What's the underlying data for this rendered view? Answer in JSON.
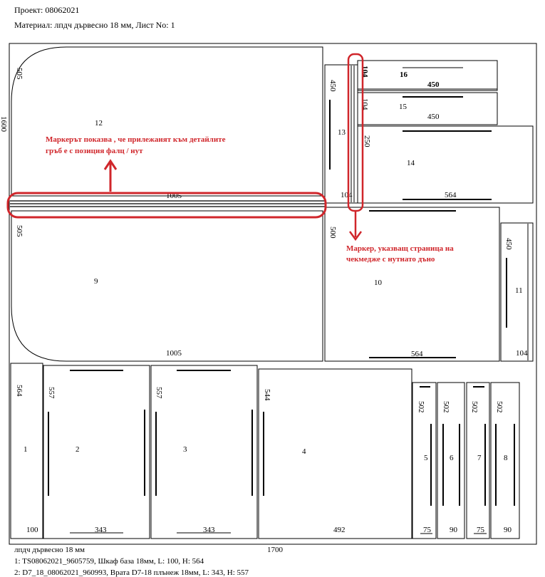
{
  "header": {
    "project": "Проект: 08062021",
    "material": "Материал: лпдч дървесно 18 мм, Лист No: 1"
  },
  "sheet": {
    "width_label": "1700",
    "height_label": "1600"
  },
  "parts": {
    "p12": {
      "id": "12",
      "len": "1005",
      "wid": "505"
    },
    "p9": {
      "id": "9",
      "len": "1005",
      "wid": "505"
    },
    "p13": {
      "id": "13",
      "len": "450",
      "wid": "104"
    },
    "p16": {
      "id": "16",
      "len": "450",
      "wid": "104"
    },
    "p15": {
      "id": "15",
      "len": "450",
      "wid": "104"
    },
    "p14": {
      "id": "14",
      "len": "564",
      "wid": "250"
    },
    "p10": {
      "id": "10",
      "len": "564",
      "wid": "500"
    },
    "p11": {
      "id": "11",
      "len": "450",
      "wid": "104"
    },
    "p1": {
      "id": "1",
      "len": "564",
      "wid": "100"
    },
    "p2": {
      "id": "2",
      "len": "557",
      "wid": "343"
    },
    "p3": {
      "id": "3",
      "len": "557",
      "wid": "343"
    },
    "p4": {
      "id": "4",
      "len": "544",
      "wid": "492"
    },
    "p5": {
      "id": "5",
      "len": "502",
      "wid": "75"
    },
    "p6": {
      "id": "6",
      "len": "502",
      "wid": "90"
    },
    "p7": {
      "id": "7",
      "len": "502",
      "wid": "75"
    },
    "p8": {
      "id": "8",
      "len": "502",
      "wid": "90"
    }
  },
  "annotations": {
    "a1_line1": "Маркерът показва , че прилежанят към детайлите",
    "a1_line2": "гръб е с позиция фалц / нут",
    "a2_line1": "Маркер, указващ страница на",
    "a2_line2": "чекмедже с нутнато дъно"
  },
  "colors": {
    "annotation": "#d0262b"
  },
  "footer": {
    "material": "лпдч дървесно 18 мм",
    "line1": "1: TS08062021_9605759, Шкаф база 18мм, L: 100, H: 564",
    "line2": "2: D7_18_08062021_960993, Врата D7-18 плънеж 18мм, L: 343, H: 557"
  }
}
